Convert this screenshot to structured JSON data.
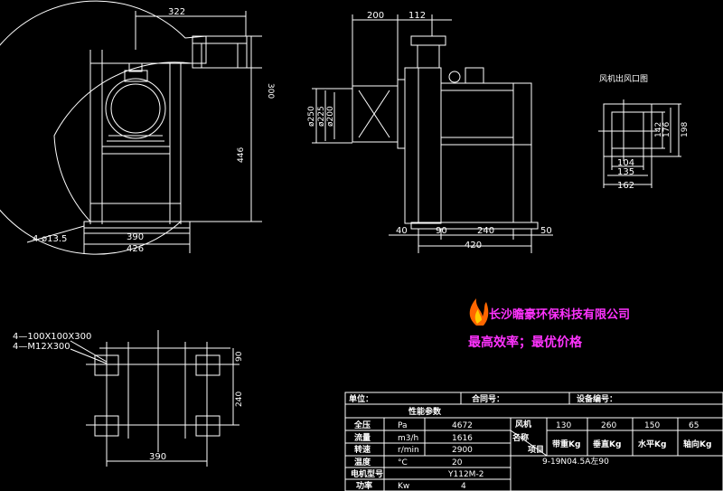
{
  "front_view": {
    "dim_top": "322",
    "dim_right_top": "300",
    "dim_right_height": "446",
    "dim_bottom_inner": "390",
    "dim_bottom_outer": "426",
    "hole_label": "4-ø13.5"
  },
  "side_view": {
    "dim_top_left": "200",
    "dim_top_right": "112",
    "dia_1": "ø250",
    "dia_2": "ø225",
    "dia_3": "ø200",
    "dim_b1": "40",
    "dim_b2": "90",
    "dim_b3": "240",
    "dim_b4": "50",
    "dim_b_total": "420"
  },
  "outlet_view": {
    "title": "风机出风口图",
    "dim_h1": "142",
    "dim_h2": "176",
    "dim_h3": "198",
    "dim_w1": "104",
    "dim_w2": "135",
    "dim_w3": "162"
  },
  "foundation": {
    "label_1": "4—100X100X300",
    "label_2": "4—M12X300",
    "dim_v1": "90",
    "dim_v2": "240",
    "dim_h": "390"
  },
  "company": {
    "name": "长沙瞻豪环保科技有限公司",
    "slogan": "最高效率；最优价格",
    "flame_color": "#ff6600"
  },
  "table": {
    "row0": {
      "unit": "单位：",
      "contract": "合同号：",
      "device": "设备编号："
    },
    "perf_title": "性能参数",
    "params": [
      {
        "name": "全压",
        "unit": "Pa",
        "value": "4672"
      },
      {
        "name": "流量",
        "unit": "m3/h",
        "value": "1616"
      },
      {
        "name": "转速",
        "unit": "r/min",
        "value": "2900"
      },
      {
        "name": "温度",
        "unit": "°C",
        "value": "20"
      }
    ],
    "motor_model_label": "电机型号",
    "motor_model": "Y112M-2",
    "power_label": "功率",
    "power_unit": "Kw",
    "power_value": "4",
    "fan_label": "风机",
    "name_label": "名称",
    "item_label": "项目",
    "col_vals": [
      "130",
      "260",
      "150",
      "65"
    ],
    "col_heads": [
      "带重Kg",
      "垂直Kg",
      "水平Kg",
      "轴向Kg"
    ],
    "model": "9-19N04.5A左90"
  }
}
